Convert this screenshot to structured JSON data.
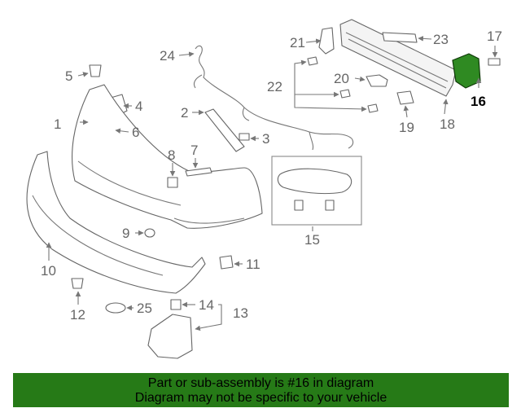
{
  "diagram": {
    "callouts": [
      "1",
      "2",
      "3",
      "4",
      "5",
      "6",
      "7",
      "8",
      "9",
      "10",
      "11",
      "12",
      "13",
      "14",
      "15",
      "16",
      "17",
      "18",
      "19",
      "20",
      "21",
      "22",
      "23",
      "24",
      "25"
    ],
    "highlighted_callout": "16",
    "highlight_color": "#2f8a22"
  },
  "footer": {
    "line1": "Part or sub-assembly is #16 in diagram",
    "line2": "Diagram may not be specific to your vehicle",
    "background": "#267a17"
  }
}
